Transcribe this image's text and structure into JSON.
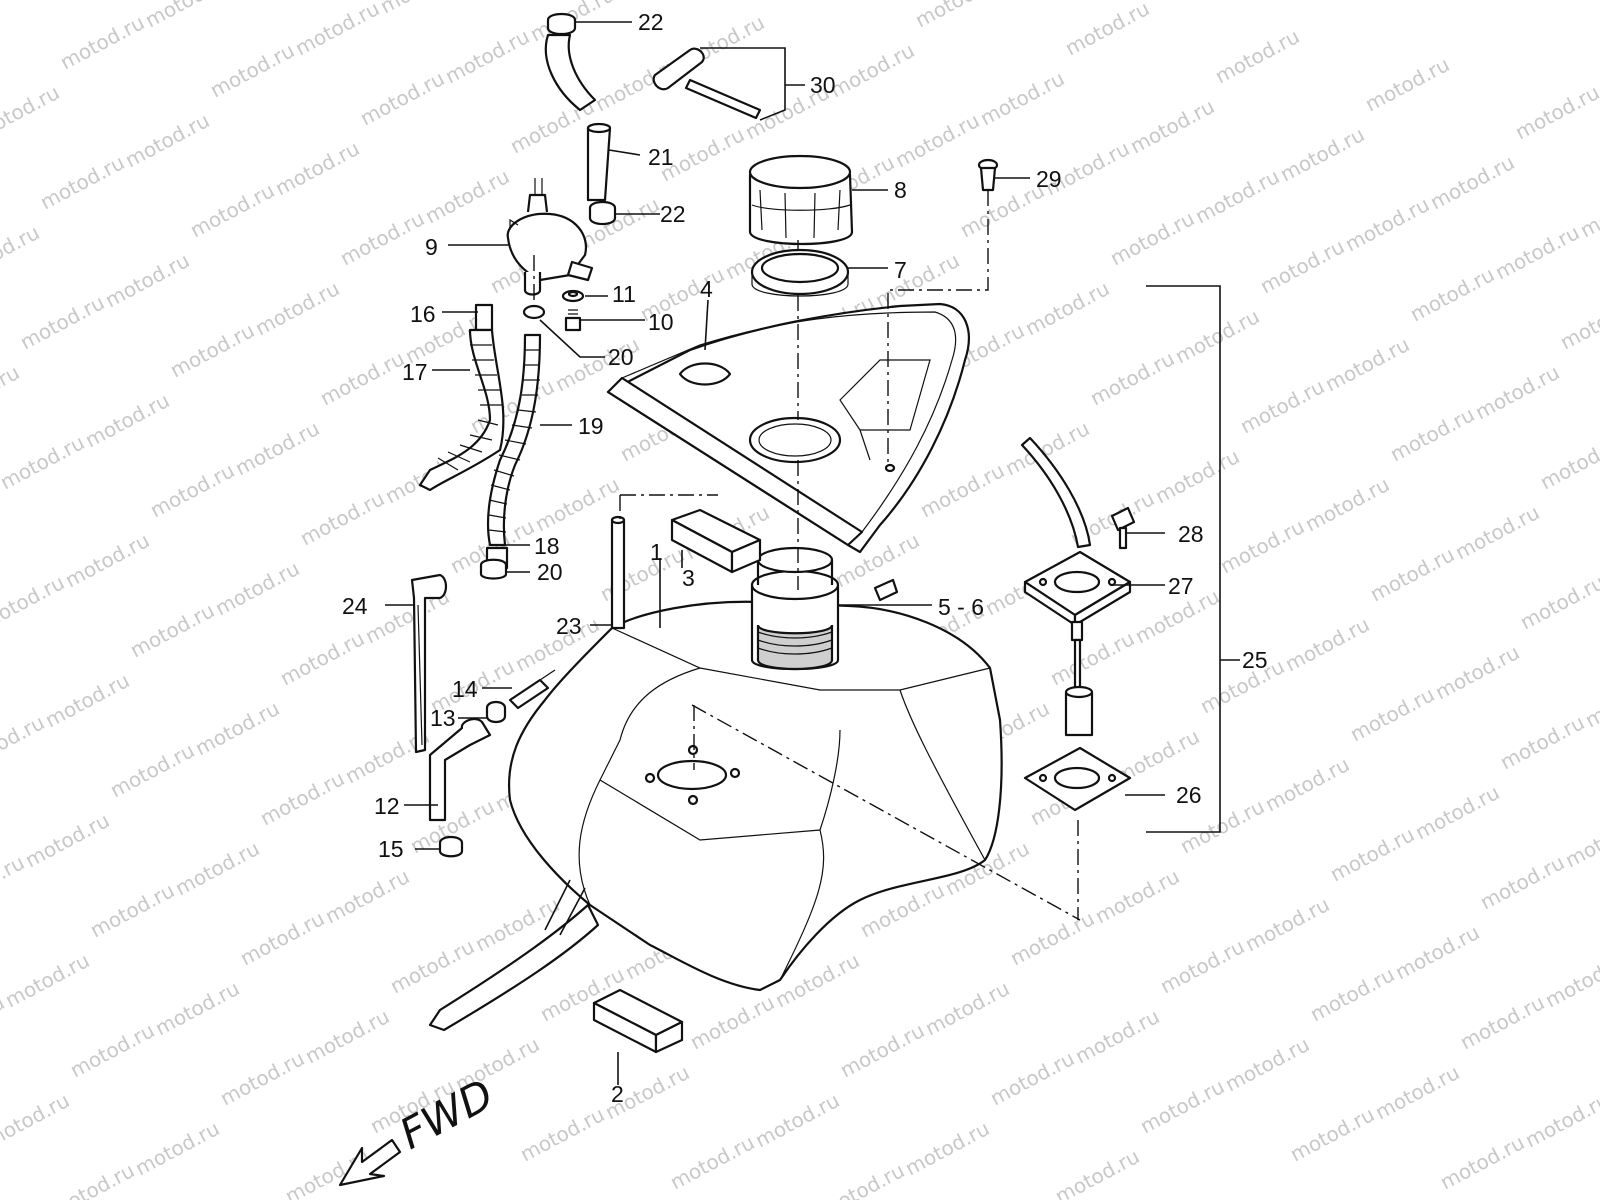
{
  "watermark": "motod.ru",
  "direction_label": "FWD",
  "callouts": [
    "22",
    "30",
    "21",
    "8",
    "29",
    "22",
    "9",
    "7",
    "11",
    "4",
    "16",
    "10",
    "20",
    "17",
    "19",
    "28",
    "18",
    "1",
    "3",
    "20",
    "27",
    "5 - 6",
    "24",
    "23",
    "25",
    "14",
    "13",
    "26",
    "12",
    "15",
    "2"
  ]
}
